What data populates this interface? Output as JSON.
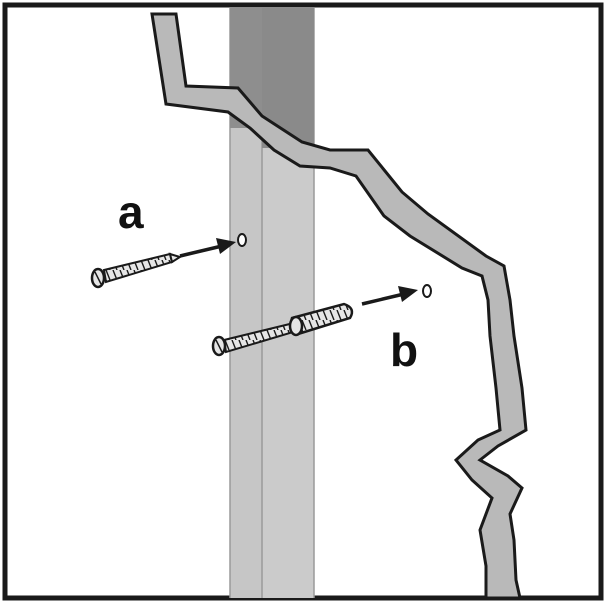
{
  "callouts": {
    "a": "a",
    "b": "b"
  },
  "colors": {
    "frame": "#1a1a1a",
    "stud_face": "#c2c2c2",
    "stud_face_light": "#cfcfcf",
    "stud_top": "#8e8e8e",
    "crack_fill": "#b9b9b9",
    "outline": "#1a1a1a",
    "screw_fill": "#e6e6e6"
  },
  "icons": [
    "wood-screw",
    "wall-anchor-screw",
    "pilot-hole",
    "arrow"
  ]
}
